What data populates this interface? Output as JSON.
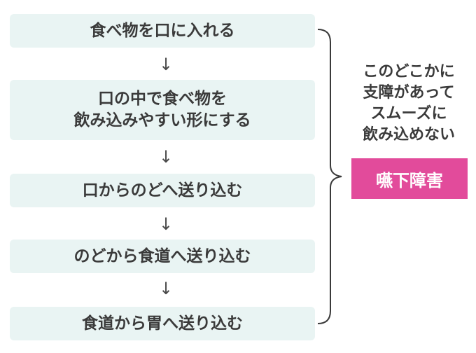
{
  "steps": [
    {
      "lines": [
        "食べ物を口に入れる"
      ]
    },
    {
      "lines": [
        "口の中で食べ物を",
        "飲み込みやすい形にする"
      ]
    },
    {
      "lines": [
        "口からのどへ送り込む"
      ]
    },
    {
      "lines": [
        "のどから食道へ送り込む"
      ]
    },
    {
      "lines": [
        "食道から胃へ送り込む"
      ]
    }
  ],
  "arrow_symbol": "↓",
  "description": "このどこかに\n支障があって\nスムーズに\n飲み込めない",
  "badge": "嚥下障害",
  "colors": {
    "step_bg": "#e9f4f3",
    "badge_bg": "#e24b9b",
    "text": "#3a3a3a",
    "brace": "#3a3a3a"
  }
}
